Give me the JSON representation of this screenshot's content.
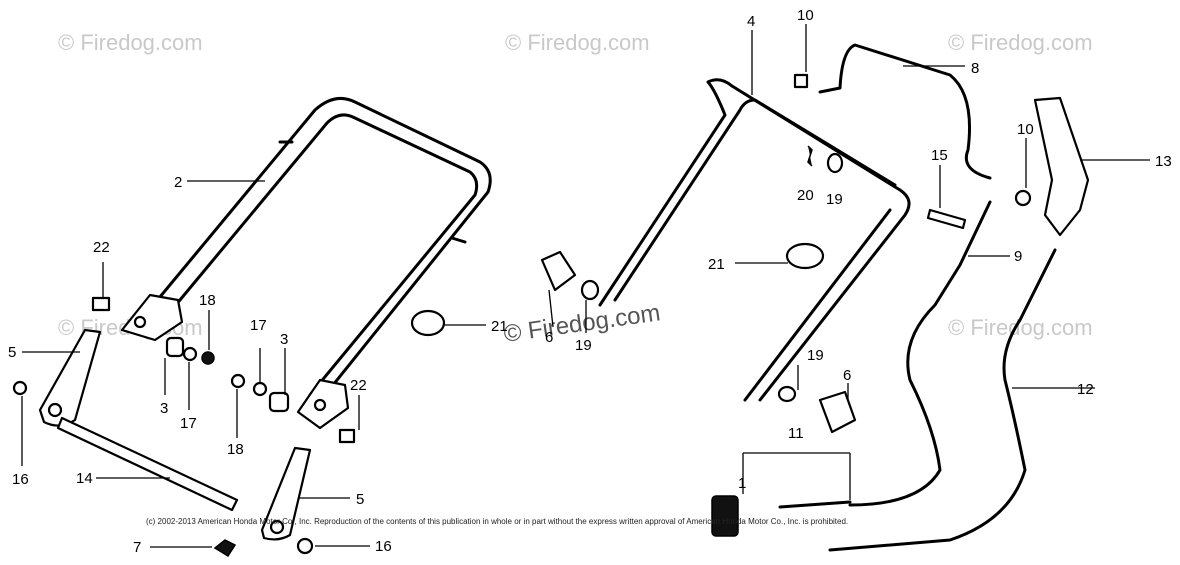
{
  "watermark": "© Firedog.com",
  "center_watermark": "© Firedog.com",
  "copyright": "(c) 2002-2013 American Honda Motor Co., Inc. Reproduction of the contents of this publication in whole or in part without the express written approval of American Honda Motor Co., Inc. is prohibited.",
  "callouts": {
    "c1": "1",
    "c2": "2",
    "c3a": "3",
    "c3b": "3",
    "c4": "4",
    "c5a": "5",
    "c5b": "5",
    "c6a": "6",
    "c6b": "6",
    "c7": "7",
    "c8": "8",
    "c9": "9",
    "c10a": "10",
    "c10b": "10",
    "c11": "11",
    "c12": "12",
    "c13": "13",
    "c14": "14",
    "c15": "15",
    "c16a": "16",
    "c16b": "16",
    "c17a": "17",
    "c17b": "17",
    "c18a": "18",
    "c18b": "18",
    "c19a": "19",
    "c19b": "19",
    "c19c": "19",
    "c20": "20",
    "c21a": "21",
    "c21b": "21",
    "c22a": "22",
    "c22b": "22"
  }
}
